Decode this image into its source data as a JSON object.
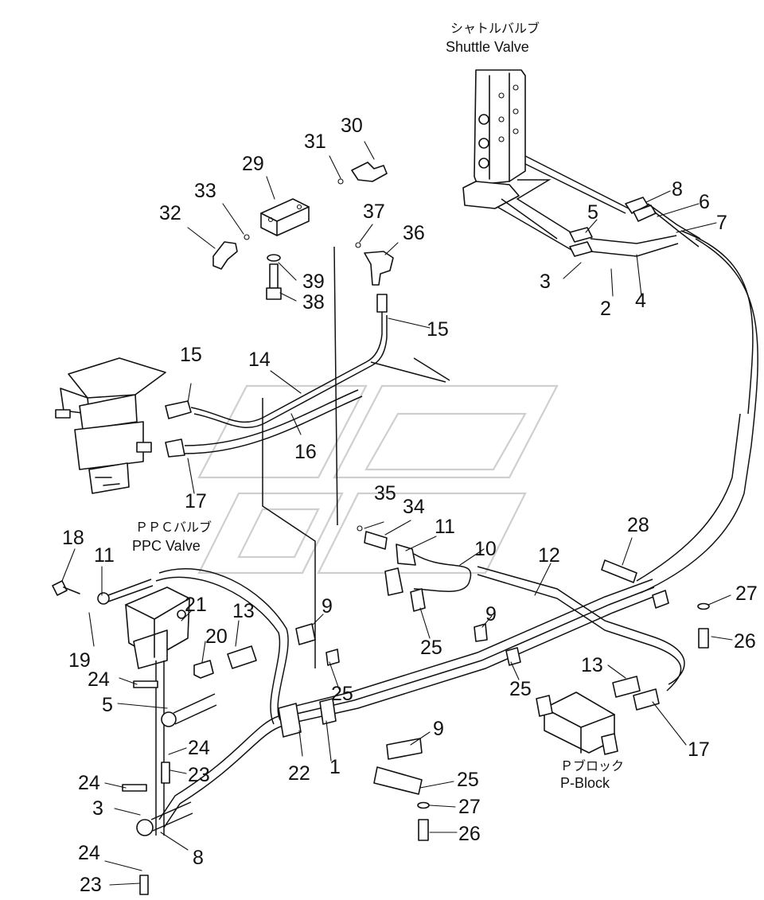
{
  "captions": {
    "shuttle_jp": "シャトルバルブ",
    "shuttle_en": "Shuttle Valve",
    "ppc_jp": "ＰＰＣバルブ",
    "ppc_en": "PPC Valve",
    "pblock_jp": "Ｐブロック",
    "pblock_en": "P-Block"
  },
  "callouts": {
    "n30": "30",
    "n31": "31",
    "n29": "29",
    "n33": "33",
    "n32": "32",
    "n37": "37",
    "n36": "36",
    "n39": "39",
    "n38": "38",
    "n8a": "8",
    "n6": "6",
    "n7": "7",
    "n5a": "5",
    "n3a": "3",
    "n2": "2",
    "n4": "4",
    "n15a": "15",
    "n15b": "15",
    "n14": "14",
    "n16": "16",
    "n17a": "17",
    "n35": "35",
    "n34": "34",
    "n11a": "11",
    "n10": "10",
    "n28": "28",
    "n12": "12",
    "n18": "18",
    "n11b": "11",
    "n21": "21",
    "n19": "19",
    "n13a": "13",
    "n20": "20",
    "n9a": "9",
    "n9b": "9",
    "n25a": "25",
    "n25b": "25",
    "n25c": "25",
    "n27a": "27",
    "n26a": "26",
    "n13b": "13",
    "n17b": "17",
    "n24a": "24",
    "n5b": "5",
    "n24b": "24",
    "n23a": "23",
    "n22": "22",
    "n1": "1",
    "n9c": "9",
    "n25d": "25",
    "n27b": "27",
    "n26b": "26",
    "n24c": "24",
    "n3b": "3",
    "n8b": "8",
    "n24d": "24",
    "n23b": "23"
  }
}
